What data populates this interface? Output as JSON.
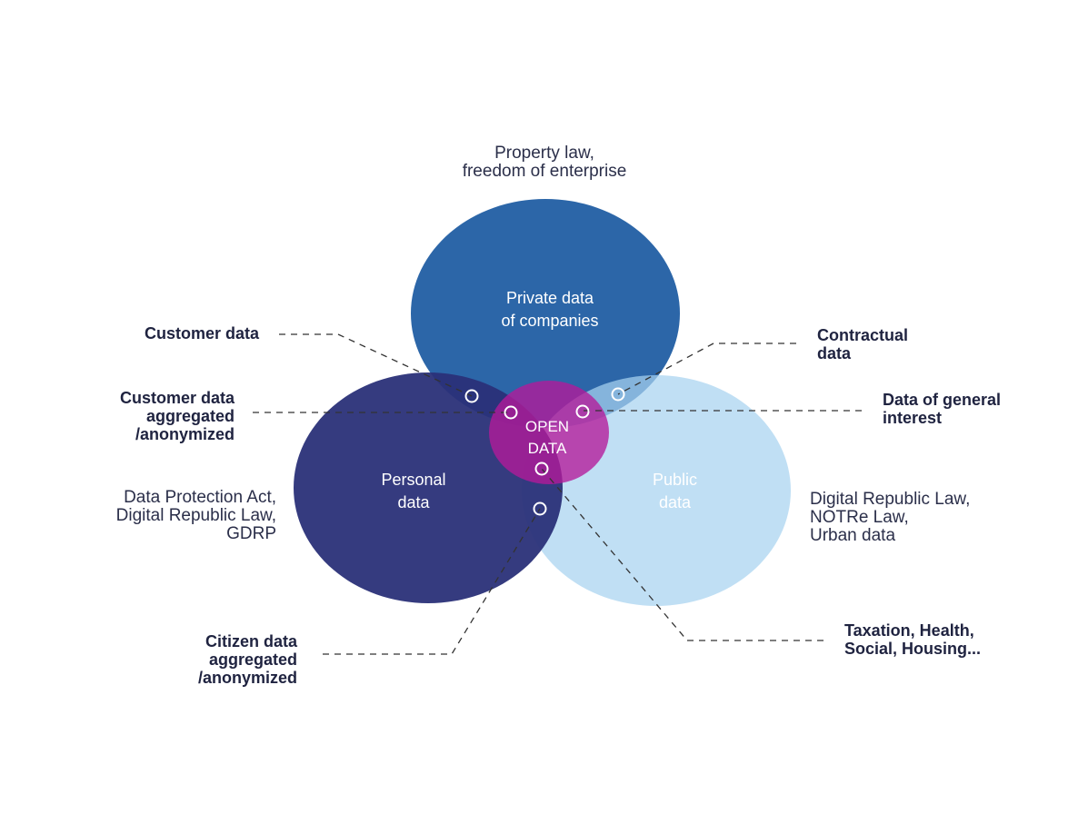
{
  "circles": {
    "private": {
      "label": "Private data\nof companies",
      "color": "#2c66a8"
    },
    "personal": {
      "label": "Personal\ndata",
      "color": "#2a3078"
    },
    "public": {
      "label": "Public\ndata",
      "color": "#a8d2f0"
    },
    "open": {
      "label": "OPEN\nDATA",
      "color": "#b5199a"
    }
  },
  "laws": {
    "private": "Property law,\nfreedom of enterprise",
    "personal": "Data Protection Act,\nDigital Republic Law,\nGDRP",
    "public": "Digital Republic Law,\nNOTRe Law,\nUrban data"
  },
  "callouts": {
    "customer_data": "Customer data",
    "customer_aggregated": "Customer data\naggregated\n/anonymized",
    "citizen_aggregated": "Citizen data\naggregated\n/anonymized",
    "contractual": "Contractual\ndata",
    "general_interest": "Data of general\ninterest",
    "taxation": "Taxation, Health,\nSocial, Housing..."
  }
}
